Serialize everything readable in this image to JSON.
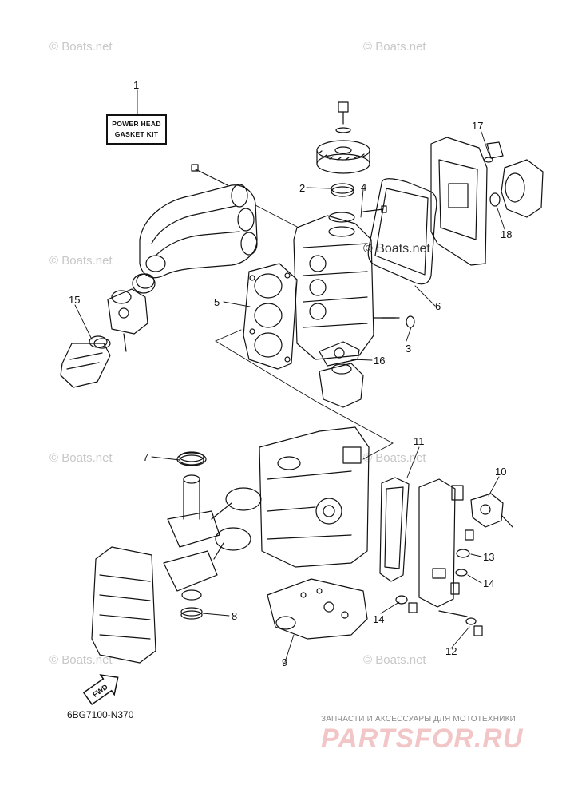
{
  "watermark_text": "© Boats.net",
  "kit_label": {
    "line1": "POWER HEAD",
    "line2": "GASKET KIT"
  },
  "callouts": [
    "1",
    "2",
    "3",
    "4",
    "5",
    "6",
    "7",
    "8",
    "9",
    "10",
    "11",
    "12",
    "13",
    "14",
    "14",
    "15",
    "16",
    "17",
    "18"
  ],
  "fwd_label": "FWD",
  "catalog_code": "6BG7100-N370",
  "brand": {
    "subtitle": "ЗАПЧАСТИ И АКСЕССУАРЫ ДЛЯ МОТОТЕХНИКИ",
    "logo": "PARTSFOR.RU"
  }
}
